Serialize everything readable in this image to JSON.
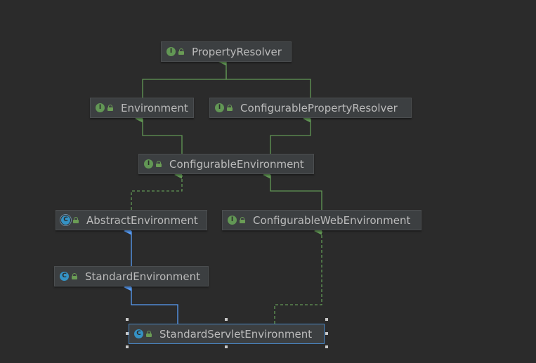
{
  "diagram": {
    "nodes": [
      {
        "id": "property-resolver",
        "label": "PropertyResolver",
        "kind": "interface",
        "kind_letter": "I",
        "visibility": "public"
      },
      {
        "id": "environment",
        "label": "Environment",
        "kind": "interface",
        "kind_letter": "I",
        "visibility": "public"
      },
      {
        "id": "configurable-property-resolver",
        "label": "ConfigurablePropertyResolver",
        "kind": "interface",
        "kind_letter": "I",
        "visibility": "public"
      },
      {
        "id": "configurable-environment",
        "label": "ConfigurableEnvironment",
        "kind": "interface",
        "kind_letter": "I",
        "visibility": "public"
      },
      {
        "id": "abstract-environment",
        "label": "AbstractEnvironment",
        "kind": "abstract-class",
        "kind_letter": "C",
        "visibility": "public"
      },
      {
        "id": "configurable-web-environment",
        "label": "ConfigurableWebEnvironment",
        "kind": "interface",
        "kind_letter": "I",
        "visibility": "public"
      },
      {
        "id": "standard-environment",
        "label": "StandardEnvironment",
        "kind": "class",
        "kind_letter": "C",
        "visibility": "public"
      },
      {
        "id": "standard-servlet-environment",
        "label": "StandardServletEnvironment",
        "kind": "class",
        "kind_letter": "C",
        "visibility": "public",
        "selected": true
      }
    ],
    "edges": [
      {
        "from": "environment",
        "to": "property-resolver",
        "type": "extends-interface"
      },
      {
        "from": "configurable-property-resolver",
        "to": "property-resolver",
        "type": "extends-interface"
      },
      {
        "from": "configurable-environment",
        "to": "environment",
        "type": "extends-interface"
      },
      {
        "from": "configurable-environment",
        "to": "configurable-property-resolver",
        "type": "extends-interface"
      },
      {
        "from": "abstract-environment",
        "to": "configurable-environment",
        "type": "implements"
      },
      {
        "from": "configurable-web-environment",
        "to": "configurable-environment",
        "type": "extends-interface"
      },
      {
        "from": "standard-environment",
        "to": "abstract-environment",
        "type": "extends-class"
      },
      {
        "from": "standard-servlet-environment",
        "to": "standard-environment",
        "type": "extends-class"
      },
      {
        "from": "standard-servlet-environment",
        "to": "configurable-web-environment",
        "type": "implements"
      }
    ]
  },
  "colors": {
    "background": "#2b2b2b",
    "node_fill": "#3c3f41",
    "node_text": "#bbbbbb",
    "interface_icon": "#629755",
    "class_icon": "#3592c4",
    "interface_edge": "#629755",
    "class_edge": "#589df6",
    "selection": "#4a88c7"
  }
}
